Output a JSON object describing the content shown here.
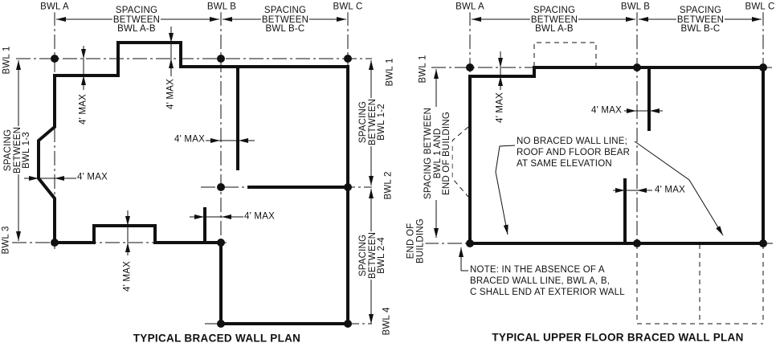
{
  "left_plan": {
    "title": "TYPICAL BRACED WALL PLAN",
    "bwl_a": "BWL A",
    "bwl_b": "BWL B",
    "bwl_c": "BWL C",
    "spacing_ab": "SPACING\nBETWEEN\nBWL A-B",
    "spacing_bc": "SPACING\nBETWEEN\nBWL B-C",
    "bwl_1": "BWL 1",
    "bwl_2": "BWL 2",
    "bwl_3": "BWL 3",
    "bwl_4": "BWL 4",
    "bwl_1_right": "BWL 1",
    "spacing_1_3": "SPACING\nBETWEEN\nBWL 1-3",
    "spacing_1_2": "SPACING\nBETWEEN\nBWL 1-2",
    "spacing_2_4": "SPACING\nBETWEEN\nBWL 2-4",
    "max_dim": "4' MAX"
  },
  "right_plan": {
    "title": "TYPICAL UPPER FLOOR BRACED WALL PLAN",
    "bwl_a": "BWL A",
    "bwl_b": "BWL B",
    "bwl_c": "BWL C",
    "spacing_ab": "SPACING\nBETWEEN\nBWL A-B",
    "spacing_bc": "SPACING\nBETWEEN\nBWL B-C",
    "bwl_1": "BWL 1",
    "spacing_1_end": "SPACING BETWEEN\nBWL 1 AND\nEND OF BUILDING",
    "end_of_building": "END OF\nBUILDING",
    "no_bwl_note": "NO BRACED WALL LINE;\nROOF AND FLOOR BEAR\nAT SAME ELEVATION",
    "exterior_note": "NOTE: IN THE ABSENCE OF A\nBRACED WALL LINE, BWL A, B,\nC SHALL END AT EXTERIOR WALL",
    "max_dim": "4' MAX"
  },
  "colors": {
    "line": "#111111",
    "background": "#ffffff"
  }
}
